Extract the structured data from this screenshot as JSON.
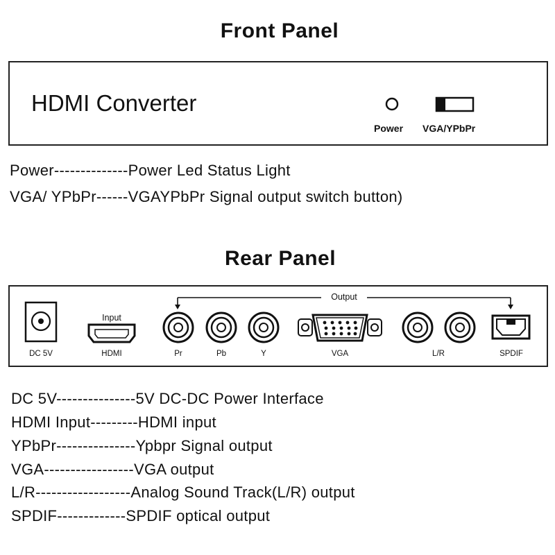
{
  "front_panel": {
    "title": "Front Panel",
    "device_name": "HDMI Converter",
    "power_label": "Power",
    "switch_label": "VGA/YPbPr"
  },
  "front_legend": [
    "Power--------------Power Led Status Light",
    "VGA/ YPbPr------VGAYPbPr Signal output switch button)"
  ],
  "rear_panel": {
    "title": "Rear Panel",
    "output_label": "Output",
    "input_label": "Input",
    "ports": {
      "dc": "DC 5V",
      "hdmi": "HDMI",
      "pr": "Pr",
      "pb": "Pb",
      "y": "Y",
      "vga": "VGA",
      "lr": "L/R",
      "spdif": "SPDIF"
    }
  },
  "rear_legend": [
    "DC 5V---------------5V DC-DC Power Interface",
    "HDMI Input---------HDMI input",
    "YPbPr---------------Ypbpr Signal output",
    "VGA-----------------VGA output",
    "L/R------------------Analog Sound Track(L/R) output",
    "SPDIF-------------SPDIF optical output"
  ]
}
